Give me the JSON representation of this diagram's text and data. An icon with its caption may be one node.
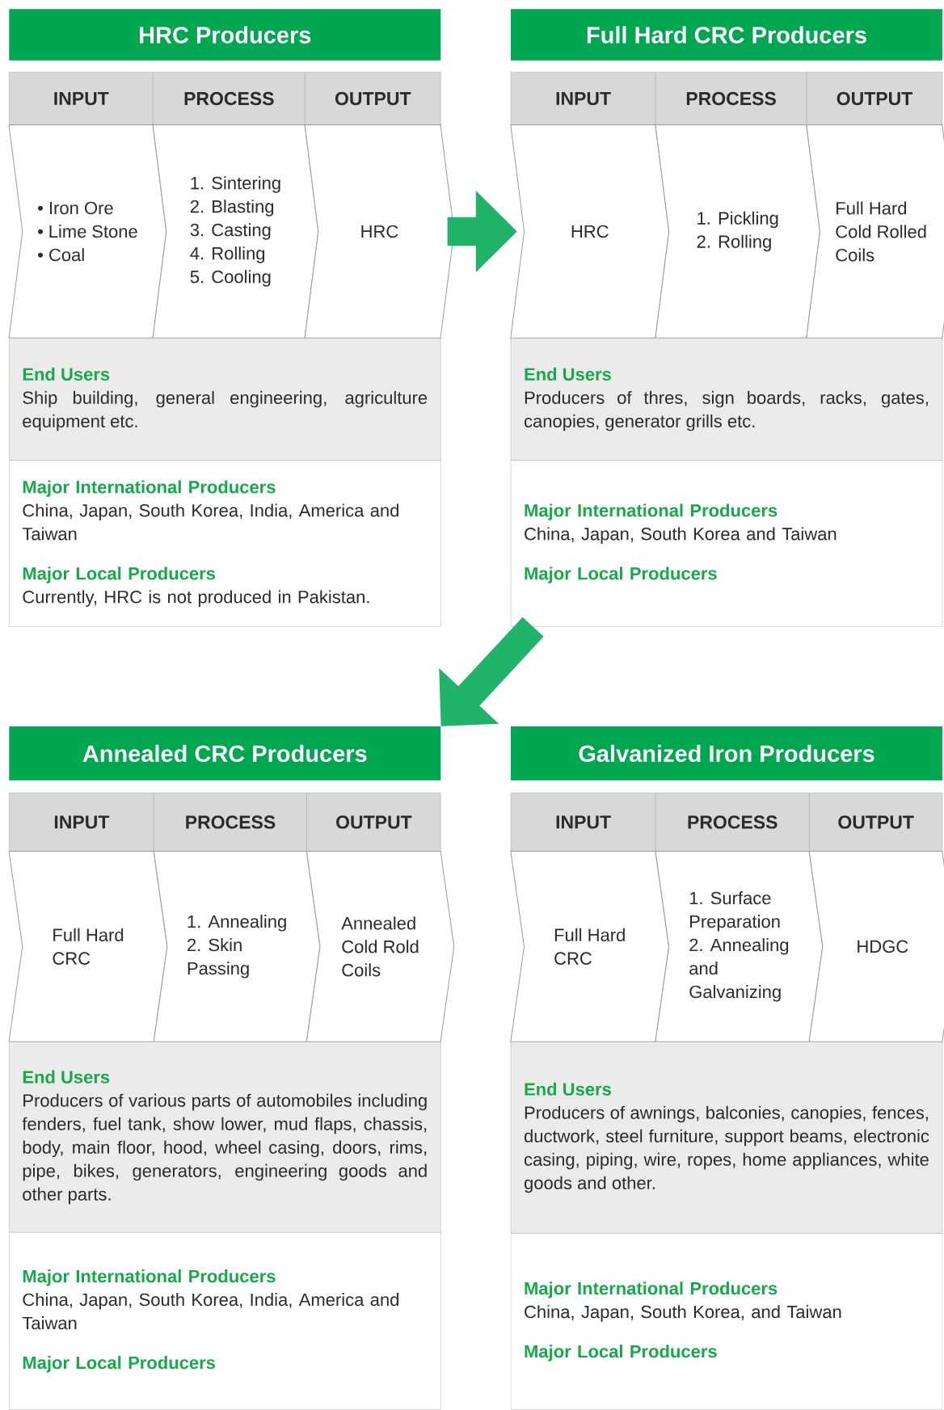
{
  "diagram": {
    "nodes": [
      {
        "text": [
          "HRC Producers"
        ]
      },
      {
        "text": [
          "INPUT"
        ]
      },
      {
        "text": [
          "PROCESS"
        ]
      },
      {
        "text": [
          "OUTPUT"
        ]
      },
      {
        "text": [
          "• Iron Ore",
          "• Lime Stone",
          "• Coal"
        ]
      },
      {
        "text": [
          "1. Sintering",
          "2. Blasting",
          "3. Casting",
          "4. Rolling",
          "5. Cooling"
        ]
      },
      {
        "text": [
          "HRC"
        ]
      },
      {
        "text": [
          "End Users",
          "Ship building, general engineering, agriculture equipment etc."
        ]
      },
      {
        "text": [
          "Major International Producers",
          "China, Japan, South Korea, India, America and Taiwan",
          "Major Local Producers",
          "Currently, HRC is not produced in Pakistan."
        ]
      },
      {
        "text": [
          "Full Hard CRC Producers"
        ]
      },
      {
        "text": [
          "INPUT"
        ]
      },
      {
        "text": [
          "PROCESS"
        ]
      },
      {
        "text": [
          "OUTPUT"
        ]
      },
      {
        "text": [
          "HRC"
        ]
      },
      {
        "text": [
          "1. Pickling",
          "2. Rolling"
        ]
      },
      {
        "text": [
          "Full Hard Cold Rolled Coils"
        ]
      },
      {
        "text": [
          "End Users",
          "Producers of thres, sign boards, racks, gates, canopies, generator grills etc."
        ]
      },
      {
        "text": [
          "Major International Producers",
          "China, Japan, South Korea and Taiwan",
          "Major Local Producers"
        ]
      },
      {
        "text": [
          "Annealed CRC Producers"
        ]
      },
      {
        "text": [
          "INPUT"
        ]
      },
      {
        "text": [
          "PROCESS"
        ]
      },
      {
        "text": [
          "OUTPUT"
        ]
      },
      {
        "text": [
          "Full Hard CRC"
        ]
      },
      {
        "text": [
          "1. Annealing",
          "2. Skin Passing"
        ]
      },
      {
        "text": [
          "Annealed Cold Rold Coils"
        ]
      },
      {
        "text": [
          "End Users",
          "Producers of various parts of automobiles including fenders, fuel tank, show lower, mud flaps, chassis, body, main floor, hood, wheel casing, doors, rims, pipe, bikes, generators, engineering goods and other parts."
        ]
      },
      {
        "text": [
          "Major International Producers",
          "China, Japan, South Korea, India, America and Taiwan",
          "Major Local Producers"
        ]
      },
      {
        "text": [
          "Galvanized Iron Producers"
        ]
      },
      {
        "text": [
          "INPUT"
        ]
      },
      {
        "text": [
          "PROCESS"
        ]
      },
      {
        "text": [
          "OUTPUT"
        ]
      },
      {
        "text": [
          "Full Hard CRC"
        ]
      },
      {
        "text": [
          "1. Surface Preparation",
          "2. Annealing and Galvanizing"
        ]
      },
      {
        "text": [
          "HDGC"
        ]
      },
      {
        "text": [
          "End Users",
          "Producers of awnings, balconies, canopies, fences, ductwork, steel furniture, support beams, electronic casing, piping, wire, ropes, home appliances, white goods and other."
        ]
      },
      {
        "text": [
          "Major International Producers",
          "China, Japan, South Korea, and Taiwan",
          "Major Local Producers"
        ]
      }
    ],
    "edges": [
      {
        "from": 6,
        "to": 13,
        "arrow": "to"
      },
      {
        "from": 17,
        "to": 18,
        "arrow": "to"
      }
    ]
  }
}
